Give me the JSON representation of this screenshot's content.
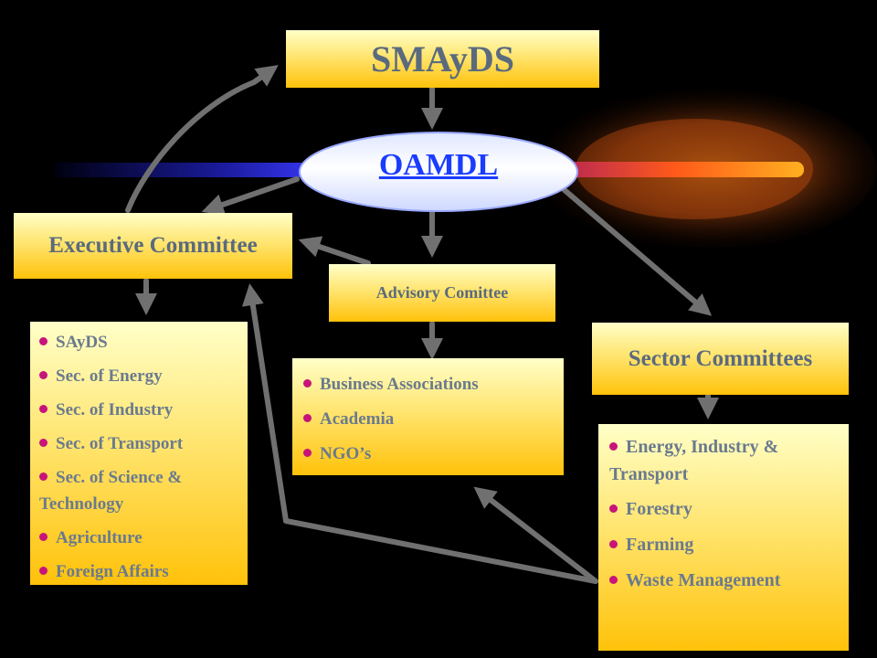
{
  "top": {
    "label": "SMAyDS"
  },
  "center": {
    "label": "OAMDL"
  },
  "executive": {
    "label": "Executive Committee",
    "members": [
      "SAyDS",
      "Sec. of Energy",
      "Sec. of Industry",
      "Sec. of Transport",
      "Sec. of Science & Technology",
      "Agriculture",
      "Foreign Affairs"
    ]
  },
  "advisory": {
    "label": "Advisory Comittee",
    "members": [
      "Business Associations",
      "Academia",
      "NGO’s"
    ]
  },
  "sector": {
    "label": "Sector Committees",
    "members": [
      "Energy, Industry & Transport",
      "Forestry",
      "Farming",
      "Waste Management"
    ]
  },
  "colors": {
    "box_light": "#ffffc8",
    "box_dark": "#ffc20a",
    "text": "#5a6a7e",
    "bullet": "#c8147a",
    "link": "#1a3cff",
    "arrow": "#707070"
  }
}
